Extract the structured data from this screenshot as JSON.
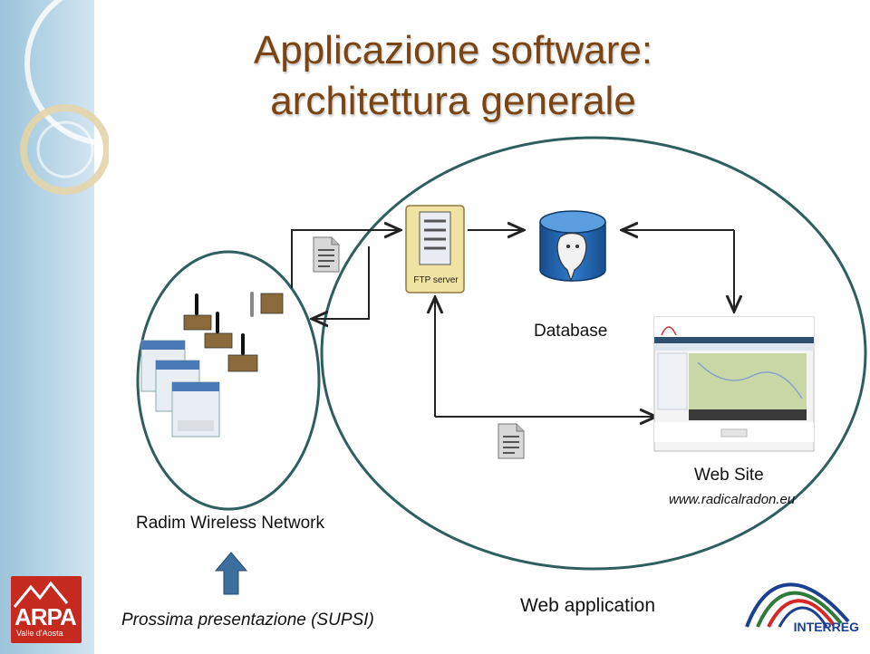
{
  "slide": {
    "title_line1": "Applicazione software:",
    "title_line2": "architettura generale"
  },
  "labels": {
    "ftp_server": "FTP server",
    "database": "Database",
    "web_site": "Web Site",
    "web_site_url": "www.radicalradon.eu",
    "radim_network": "Radim Wireless Network",
    "web_application": "Web application",
    "next_presentation": "Prossima presentazione (SUPSI)"
  },
  "logos": {
    "arpa_text": "ARPA",
    "arpa_subtext": "Valle d'Aosta",
    "interreg_text": "INTERREG"
  },
  "colors": {
    "title": "#7a4413",
    "circle_stroke": "#2f5e5e",
    "arrow_up": "#3d6f9e",
    "database_blue": "#1f5fa8",
    "ftp_box": "#f0e3a1"
  }
}
